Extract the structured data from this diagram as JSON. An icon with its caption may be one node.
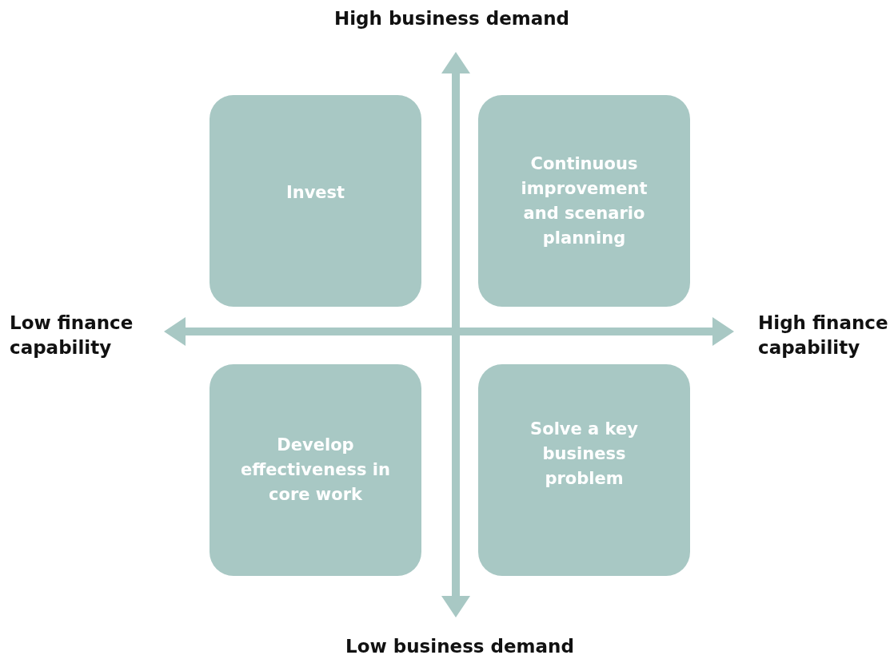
{
  "diagram": {
    "nodes": [
      {
        "text": [
          "Invest"
        ]
      },
      {
        "text": [
          "Continuous improvement and scenario planning"
        ]
      },
      {
        "text": [
          "Develop effectiveness in core work"
        ]
      },
      {
        "text": [
          "Solve a key business problem"
        ]
      }
    ],
    "labels": [
      "High business demand",
      "Low finance capability",
      "High finance capability",
      "Low business demand"
    ]
  }
}
